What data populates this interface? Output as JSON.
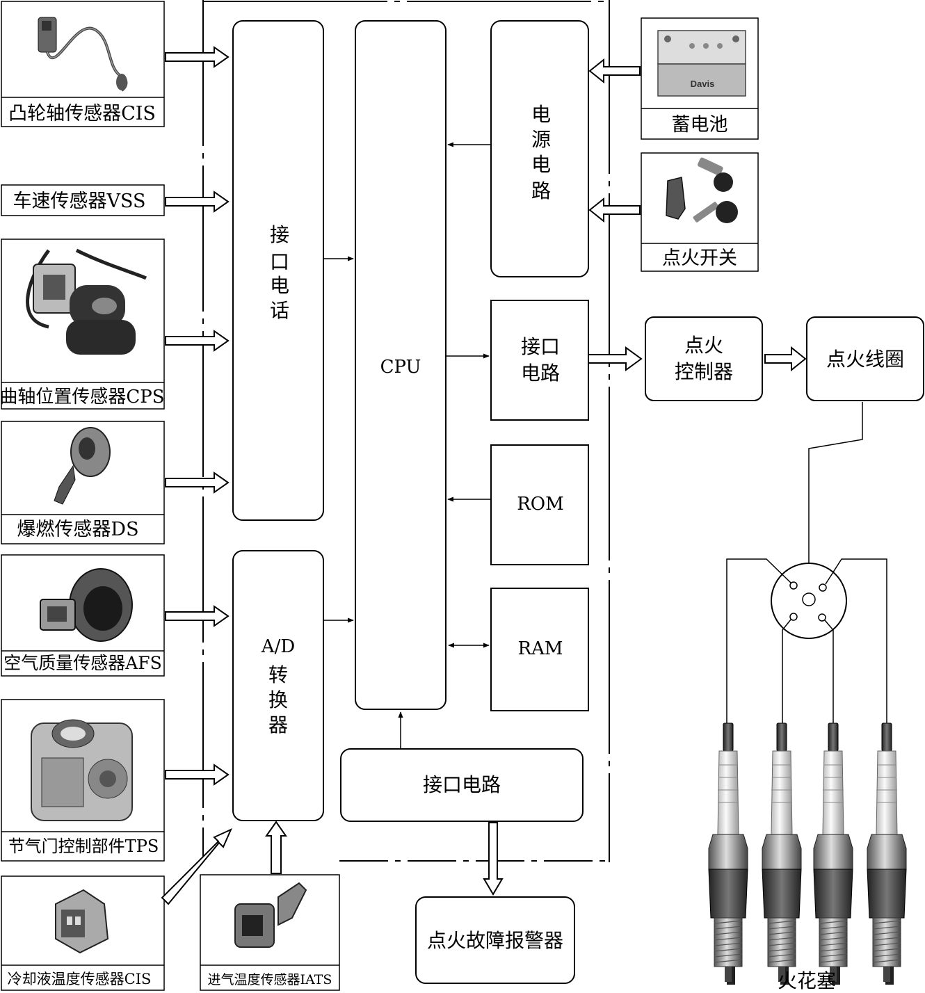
{
  "sensors": {
    "camshaft": "凸轮轴传感器CIS",
    "vehicle_speed": "车速传感器VSS",
    "crankshaft": "曲轴位置传感器CPS",
    "knock": "爆燃传感器DS",
    "air_mass": "空气质量传感器AFS",
    "throttle": "节气门控制部件TPS",
    "coolant_temp": "冷却液温度传感器CIS",
    "intake_temp": "进气温度传感器IATS"
  },
  "ecu": {
    "interface_top": [
      "接",
      "口",
      "电",
      "话"
    ],
    "ad_converter_top": "A/D",
    "ad_converter_chars": [
      "转",
      "换",
      "器"
    ],
    "cpu": "CPU",
    "power_circuit": [
      "电",
      "源",
      "电",
      "路"
    ],
    "interface_mid": [
      "接口",
      "电路"
    ],
    "rom": "ROM",
    "ram": "RAM",
    "interface_bottom": "接口电路"
  },
  "inputs": {
    "battery": "蓄电池",
    "ignition_switch": "点火开关"
  },
  "outputs": {
    "ignition_controller": [
      "点火",
      "控制器"
    ],
    "ignition_coil": "点火线圈",
    "fault_alarm": "点火故障报警器",
    "spark_plugs": "火花塞"
  },
  "battery_brand": "Davis"
}
